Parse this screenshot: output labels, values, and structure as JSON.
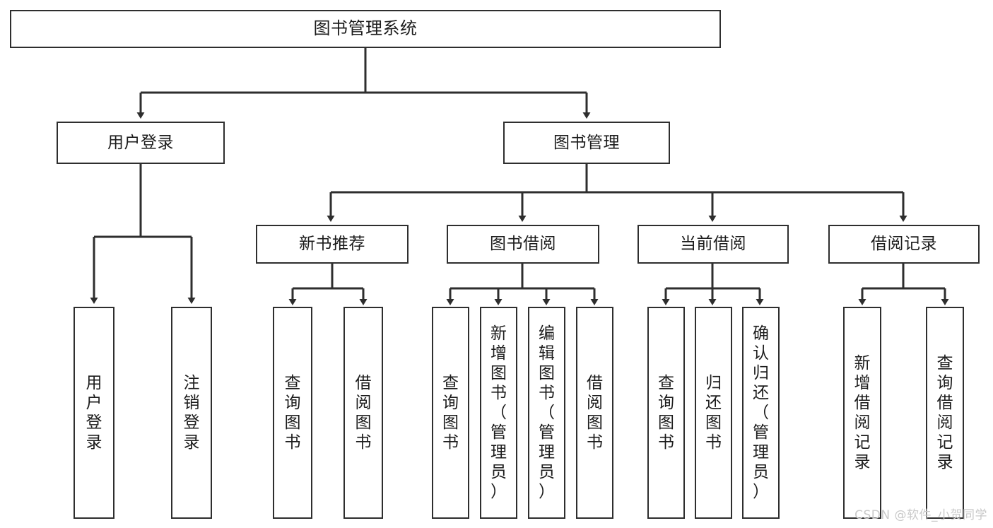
{
  "diagram": {
    "title": "图书管理系统",
    "type": "hierarchy-tree",
    "watermark": "CSDN @软件_小贺同学",
    "line_color": "#2e2e2e",
    "text_color": "#1c1c1c",
    "background": "#ffffff",
    "nodes": {
      "root": {
        "label": "图书管理系统",
        "level": 0
      },
      "user_login": {
        "label": "用户登录",
        "level": 1
      },
      "book_manage": {
        "label": "图书管理",
        "level": 1
      },
      "new_book_rec": {
        "label": "新书推荐",
        "level": 2
      },
      "book_borrow": {
        "label": "图书借阅",
        "level": 2
      },
      "current_borrow": {
        "label": "当前借阅",
        "level": 2
      },
      "borrow_record": {
        "label": "借阅记录",
        "level": 2
      },
      "leaf_user_login": {
        "label": "用户登录",
        "level": 2
      },
      "leaf_logout": {
        "label": "注销登录",
        "level": 2
      },
      "leaf_query_book_1": {
        "label": "查询图书",
        "level": 3
      },
      "leaf_borrow_book_1": {
        "label": "借阅图书",
        "level": 3
      },
      "leaf_query_book_2": {
        "label": "查询图书",
        "level": 3
      },
      "leaf_add_book": {
        "label": "新增图书（管理员）",
        "level": 3
      },
      "leaf_edit_book": {
        "label": "编辑图书（管理员）",
        "level": 3
      },
      "leaf_borrow_book_2": {
        "label": "借阅图书",
        "level": 3
      },
      "leaf_query_book_3": {
        "label": "查询图书",
        "level": 3
      },
      "leaf_return_book": {
        "label": "归还图书",
        "level": 3
      },
      "leaf_confirm_return": {
        "label": "确认归还（管理员）",
        "level": 3
      },
      "leaf_add_record": {
        "label": "新增借阅记录",
        "level": 3
      },
      "leaf_query_record": {
        "label": "查询借阅记录",
        "level": 3
      }
    }
  }
}
